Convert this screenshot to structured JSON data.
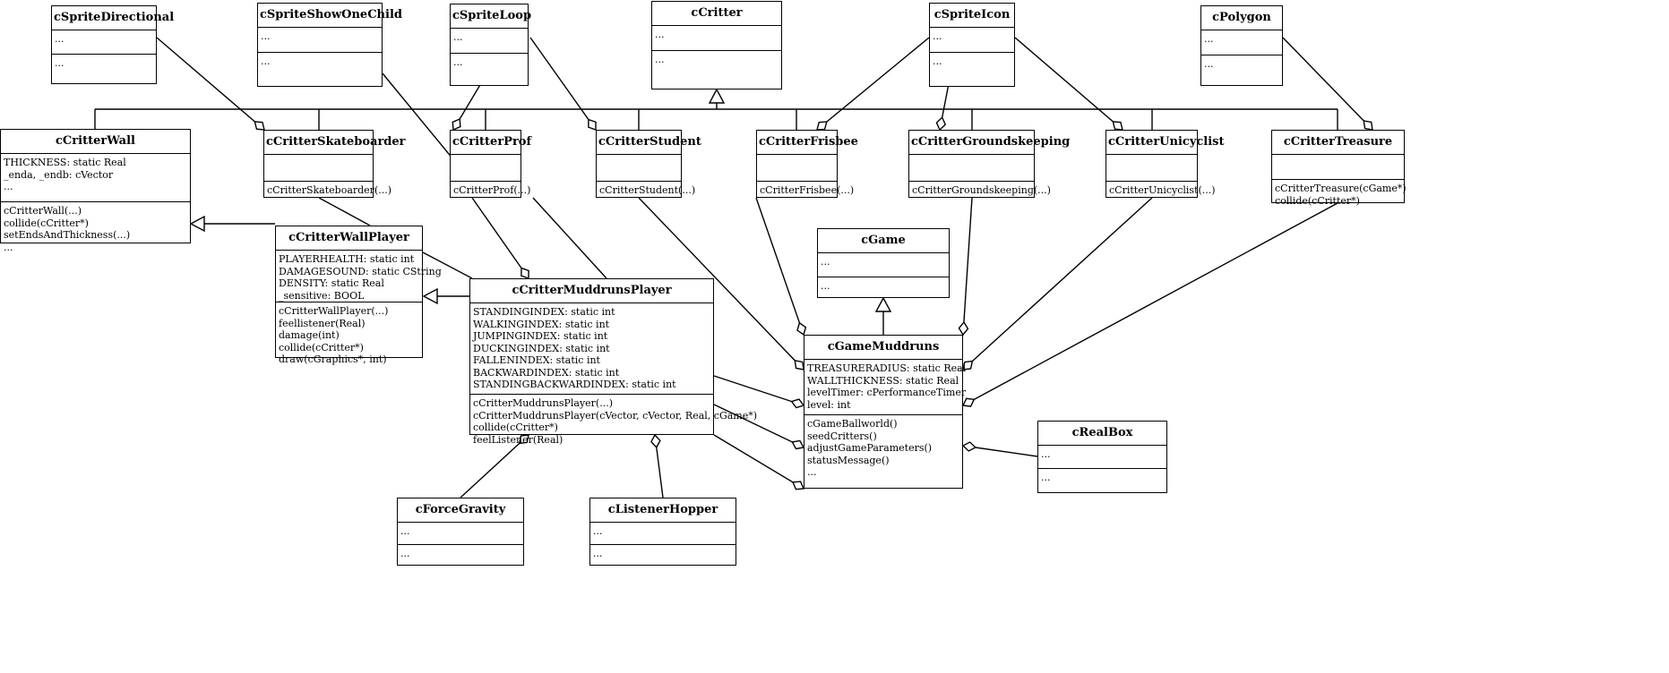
{
  "diagram": {
    "classes": [
      {
        "id": "cSpriteDirectional",
        "name": "cSpriteDirectional",
        "attrs": [
          "..."
        ],
        "ops": [
          "..."
        ]
      },
      {
        "id": "cSpriteShowOneChild",
        "name": "cSpriteShowOneChild",
        "attrs": [
          "..."
        ],
        "ops": [
          "..."
        ]
      },
      {
        "id": "cSpriteLoop",
        "name": "cSpriteLoop",
        "attrs": [
          "..."
        ],
        "ops": [
          "..."
        ]
      },
      {
        "id": "cCritter",
        "name": "cCritter",
        "attrs": [
          "..."
        ],
        "ops": [
          "..."
        ]
      },
      {
        "id": "cSpriteIcon",
        "name": "cSpriteIcon",
        "attrs": [
          "..."
        ],
        "ops": [
          "..."
        ]
      },
      {
        "id": "cPolygon",
        "name": "cPolygon",
        "attrs": [
          "..."
        ],
        "ops": [
          "..."
        ]
      },
      {
        "id": "cCritterWall",
        "name": "cCritterWall",
        "attrs": [
          "THICKNESS: static Real",
          "_enda, _endb: cVector",
          "..."
        ],
        "ops": [
          "cCritterWall(...)",
          "collide(cCritter*)",
          "setEndsAndThickness(...)",
          "..."
        ]
      },
      {
        "id": "cCritterSkateboarder",
        "name": "cCritterSkateboarder",
        "attrs": [],
        "ops": [
          "cCritterSkateboarder(...)"
        ]
      },
      {
        "id": "cCritterProf",
        "name": "cCritterProf",
        "attrs": [],
        "ops": [
          "cCritterProf(...)"
        ]
      },
      {
        "id": "cCritterStudent",
        "name": "cCritterStudent",
        "attrs": [],
        "ops": [
          "cCritterStudent(...)"
        ]
      },
      {
        "id": "cCritterFrisbee",
        "name": "cCritterFrisbee",
        "attrs": [],
        "ops": [
          "cCritterFrisbee(...)"
        ]
      },
      {
        "id": "cCritterGroundskeeping",
        "name": "cCritterGroundskeeping",
        "attrs": [],
        "ops": [
          "cCritterGroundskeeping(...)"
        ]
      },
      {
        "id": "cCritterUnicyclist",
        "name": "cCritterUnicyclist",
        "attrs": [],
        "ops": [
          "cCritterUnicyclist(...)"
        ]
      },
      {
        "id": "cCritterTreasure",
        "name": "cCritterTreasure",
        "attrs": [],
        "ops": [
          "cCritterTreasure(cGame*)",
          "collide(cCritter*)"
        ]
      },
      {
        "id": "cCritterWallPlayer",
        "name": "cCritterWallPlayer",
        "attrs": [
          "PLAYERHEALTH: static int",
          "DAMAGESOUND: static CString",
          "DENSITY: static Real",
          "_sensitive: BOOL"
        ],
        "ops": [
          "cCritterWallPlayer(...)",
          "feellistener(Real)",
          "damage(int)",
          "collide(cCritter*)",
          "draw(cGraphics*, int)"
        ]
      },
      {
        "id": "cGame",
        "name": "cGame",
        "attrs": [
          "..."
        ],
        "ops": [
          "..."
        ]
      },
      {
        "id": "cCritterMuddrunsPlayer",
        "name": "cCritterMuddrunsPlayer",
        "attrs": [
          "STANDINGINDEX: static int",
          "WALKINGINDEX: static int",
          "JUMPINGINDEX: static int",
          "DUCKINGINDEX: static int",
          "FALLENINDEX: static int",
          "BACKWARDINDEX: static int",
          "STANDINGBACKWARDINDEX: static int"
        ],
        "ops": [
          "cCritterMuddrunsPlayer(...)",
          "cCritterMuddrunsPlayer(cVector, cVector, Real, cGame*)",
          "collide(cCritter*)",
          "feelListener(Real)"
        ]
      },
      {
        "id": "cGameMuddruns",
        "name": "cGameMuddruns",
        "attrs": [
          "TREASURERADIUS: static Real",
          "WALLTHICKNESS: static Real",
          "levelTimer: cPerformanceTimer",
          "level: int"
        ],
        "ops": [
          "cGameBallworld()",
          "seedCritters()",
          "adjustGameParameters()",
          "statusMessage()",
          "..."
        ]
      },
      {
        "id": "cRealBox",
        "name": "cRealBox",
        "attrs": [
          "..."
        ],
        "ops": [
          "..."
        ]
      },
      {
        "id": "cForceGravity",
        "name": "cForceGravity",
        "attrs": [
          "..."
        ],
        "ops": [
          "..."
        ]
      },
      {
        "id": "cListenerHopper",
        "name": "cListenerHopper",
        "attrs": [
          "..."
        ],
        "ops": [
          "..."
        ]
      }
    ]
  }
}
